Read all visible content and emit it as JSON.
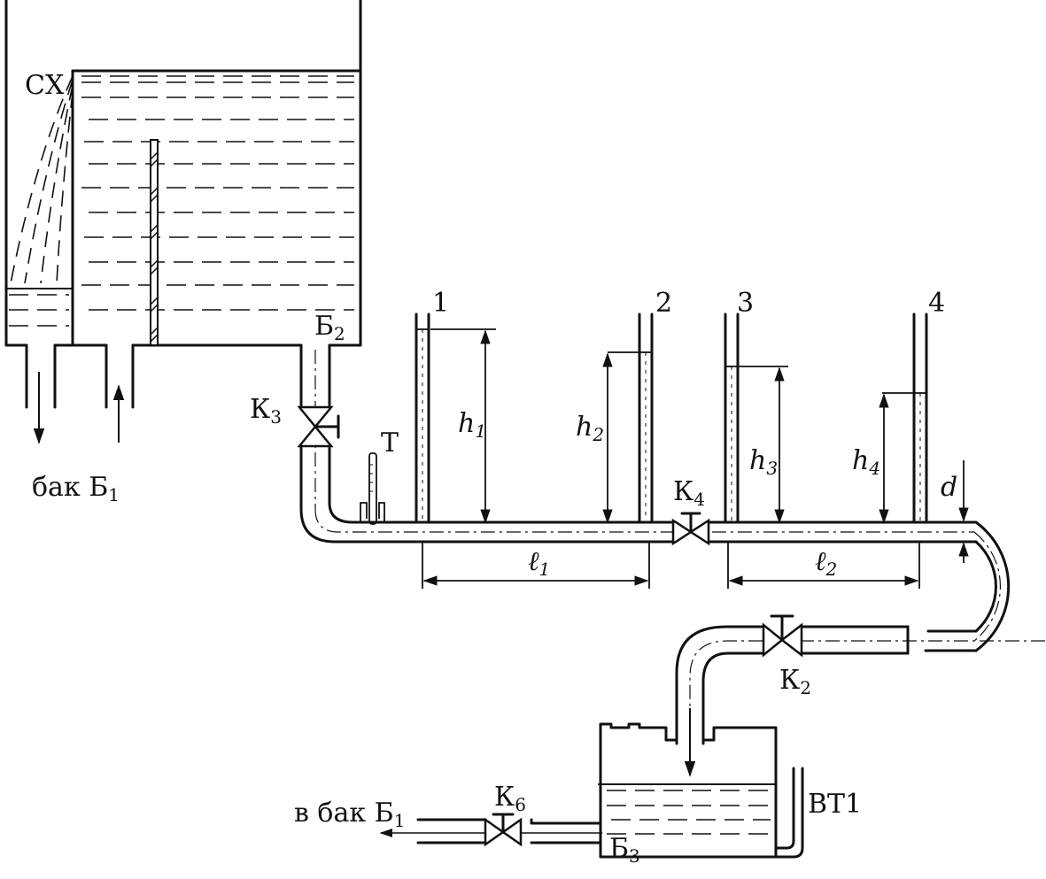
{
  "labels": {
    "tank_sx": "СХ",
    "tank_b1": "бак Б",
    "tank_b1_sub": "1",
    "tank_b2": "Б",
    "tank_b2_sub": "2",
    "valve_k3": "К",
    "valve_k3_sub": "3",
    "thermometer_t": "Т",
    "valve_k4": "К",
    "valve_k4_sub": "4",
    "valve_k2": "К",
    "valve_k2_sub": "2",
    "valve_k6": "К",
    "valve_k6_sub": "6",
    "outlet": "в бак Б",
    "outlet_sub": "1",
    "tank_b3": "Б",
    "tank_b3_sub": "3",
    "vt1": "ВТ1",
    "diameter_d": "d"
  },
  "piezometers": [
    {
      "number": "1",
      "h": "h",
      "h_sub": "1"
    },
    {
      "number": "2",
      "h": "h",
      "h_sub": "2"
    },
    {
      "number": "3",
      "h": "h",
      "h_sub": "3"
    },
    {
      "number": "4",
      "h": "h",
      "h_sub": "4"
    }
  ],
  "lengths": [
    {
      "l": "ℓ",
      "l_sub": "1"
    },
    {
      "l": "ℓ",
      "l_sub": "2"
    }
  ]
}
